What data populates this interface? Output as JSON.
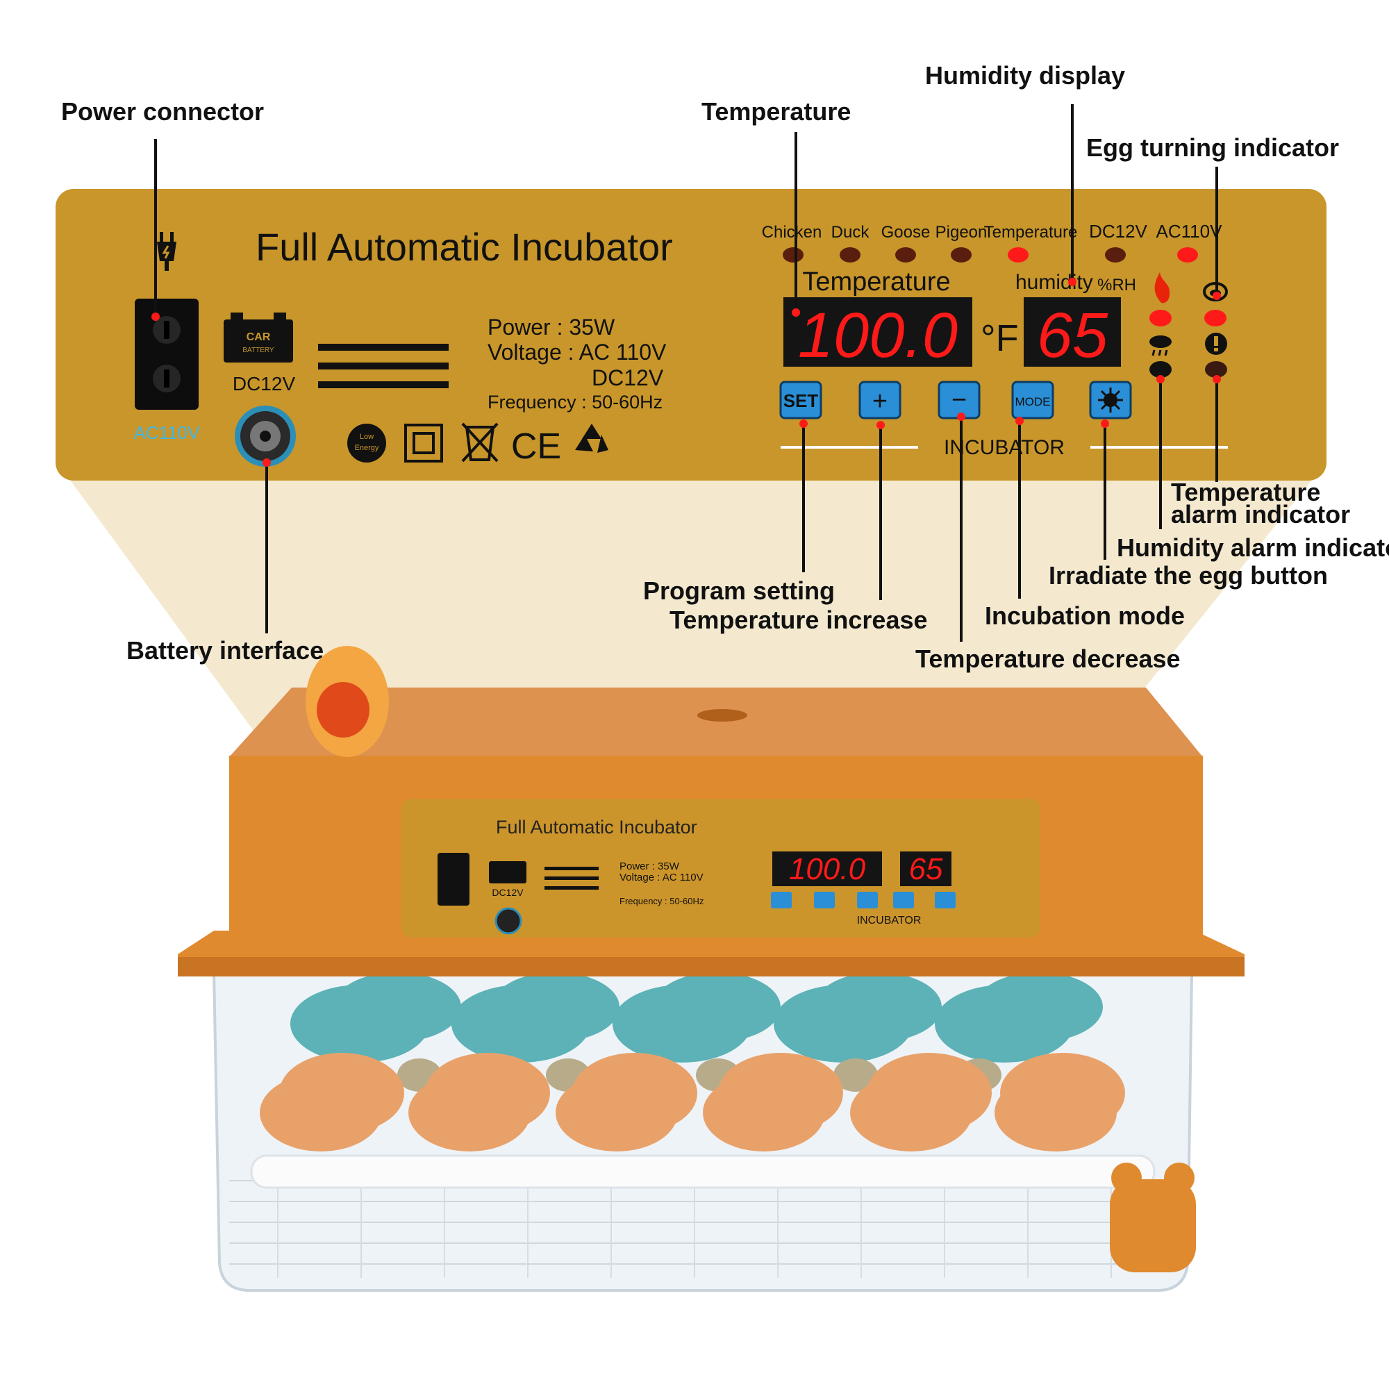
{
  "panel": {
    "title": "Full Automatic Incubator",
    "power_jack_label": "AC110V",
    "dc_label": "DC12V",
    "battery_text_1": "CAR",
    "battery_text_2": "BATTERY",
    "power_line": "Power : 35W",
    "voltage_line": "Voltage : AC 110V",
    "voltage_line2": "DC12V",
    "frequency_line": "Frequency : 50-60Hz",
    "low_energy_1": "Low",
    "low_energy_2": "Energy",
    "ce_mark": "CE",
    "mode_labels": [
      "Chicken",
      "Duck",
      "Goose",
      "Pigeon",
      "Temperature",
      "DC12V",
      "AC110V"
    ],
    "temp_heading": "Temperature",
    "humidity_heading": "humidity",
    "humidity_unit": "%RH",
    "temp_value": "100.0",
    "temp_unit": "°F",
    "humidity_value": "65",
    "buttons": {
      "set": "SET",
      "plus": "+",
      "minus": "−",
      "mode": "MODE"
    },
    "incubator_label": "INCUBATOR"
  },
  "callouts": {
    "power_connector": "Power connector",
    "temperature": "Temperature",
    "humidity_display": "Humidity display",
    "egg_turning": "Egg turning indicator",
    "temp_alarm_1": "Temperature",
    "temp_alarm_2": "alarm indicator",
    "humidity_alarm": "Humidity alarm indicator",
    "irradiate": "Irradiate the egg button",
    "program_setting": "Program setting",
    "temp_increase": "Temperature increase",
    "incubation_mode": "Incubation mode",
    "temp_decrease": "Temperature decrease",
    "battery_interface": "Battery interface"
  },
  "colors": {
    "panel": "#c8962a",
    "orange_lid": "#e08a30",
    "led_red": "#ff1a1a",
    "display_bg": "#141414",
    "button_blue": "#2a8fd6",
    "egg_blue": "#5cb2b6",
    "egg_brown": "#e9a16a"
  },
  "icons": [
    "plug-icon",
    "car-battery-icon",
    "vent-lines-icon",
    "low-energy-icon",
    "double-square-icon",
    "crossed-bin-icon",
    "recycle-icon",
    "flame-icon",
    "rain-cloud-icon",
    "rotate-egg-icon",
    "alarm-icon",
    "light-icon"
  ]
}
